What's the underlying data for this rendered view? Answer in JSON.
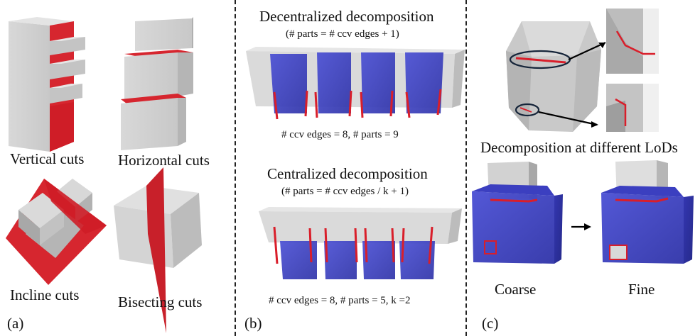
{
  "panel_a": {
    "label": "(a)",
    "captions": {
      "vertical": "Vertical cuts",
      "horizontal": "Horizontal cuts",
      "incline": "Incline cuts",
      "bisecting": "Bisecting cuts"
    }
  },
  "panel_b": {
    "label": "(b)",
    "decentralized": {
      "title": "Decentralized decomposition",
      "formula": "(# parts = # ccv edges + 1)",
      "stats": "# ccv edges = 8, # parts = 9"
    },
    "centralized": {
      "title": "Centralized decomposition",
      "formula": "(# parts = # ccv edges / k + 1)",
      "stats": "# ccv edges = 8, # parts = 5, k =2"
    }
  },
  "panel_c": {
    "label": "(c)",
    "title": "Decomposition at different LoDs",
    "coarse": "Coarse",
    "fine": "Fine"
  },
  "colors": {
    "cut_red": "#d91e2a",
    "gray_light": "#d2d2d2",
    "gray_mid": "#b8b8b8",
    "gray_dark": "#9a9a9a",
    "blue": "#3b3fc0"
  }
}
